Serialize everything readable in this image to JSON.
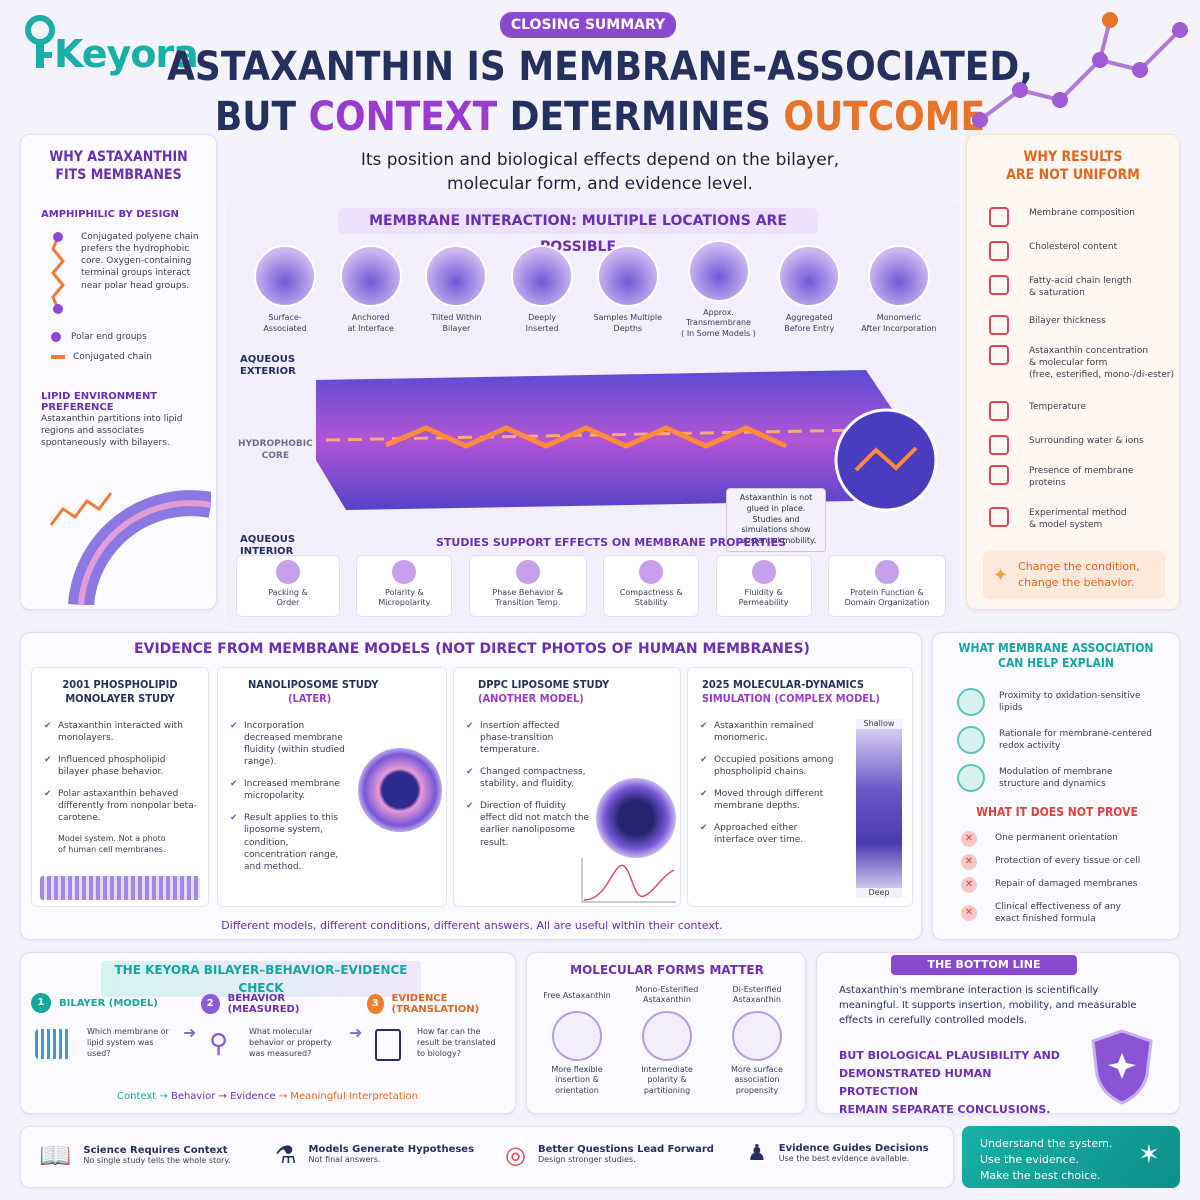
{
  "brand": {
    "logo_text": "Keyora"
  },
  "header": {
    "badge": "CLOSING SUMMARY",
    "title_line1": "ASTAXANTHIN IS MEMBRANE-ASSOCIATED,",
    "title_line2_pre": "BUT ",
    "title_line2_context": "CONTEXT",
    "title_line2_mid": " DETERMINES ",
    "title_line2_outcome": "OUTCOME",
    "subtitle_line1": "Its position and biological effects depend on the bilayer,",
    "subtitle_line2": "molecular form, and evidence level."
  },
  "left_panel": {
    "title_line1": "WHY ASTAXANTHIN",
    "title_line2": "FITS MEMBRANES",
    "section1_title": "AMPHIPHILIC BY DESIGN",
    "section1_text": "Conjugated polyene chain prefers the hydrophobic core. Oxygen-containing terminal groups interact near polar head groups.",
    "legend_polar": "Polar end groups",
    "legend_chain": "Conjugated chain",
    "section2_title": "LIPID ENVIRONMENT PREFERENCE",
    "section2_text": "Astaxanthin partitions into lipid regions and associates spontaneously with bilayers."
  },
  "center": {
    "title": "MEMBRANE INTERACTION: MULTIPLE LOCATIONS ARE POSSIBLE",
    "locations": [
      {
        "l1": "Surface-",
        "l2": "Associated"
      },
      {
        "l1": "Anchored",
        "l2": "at Interface"
      },
      {
        "l1": "Tilted Within",
        "l2": "Bilayer"
      },
      {
        "l1": "Deeply",
        "l2": "Inserted"
      },
      {
        "l1": "Samples Multiple",
        "l2": "Depths"
      },
      {
        "l1": "Approx. Transmembrane",
        "l2": "( In Some Models )"
      },
      {
        "l1": "Aggregated",
        "l2": "Before Entry"
      },
      {
        "l1": "Monomeric",
        "l2": "After Incorporation"
      }
    ],
    "label_aqueous_exterior_1": "AQUEOUS",
    "label_aqueous_exterior_2": "EXTERIOR",
    "label_core_1": "HYDROPHOBIC",
    "label_core_2": "CORE",
    "label_aqueous_interior_1": "AQUEOUS",
    "label_aqueous_interior_2": "INTERIOR",
    "callout": "Astaxanthin is not glued in place. Studies and simulations show substantial mobility.",
    "effects_title": "STUDIES SUPPORT EFFECTS ON MEMBRANE PROPERTIES",
    "effects": [
      {
        "l1": "Packing &",
        "l2": "Order"
      },
      {
        "l1": "Polarity &",
        "l2": "Micropolarity"
      },
      {
        "l1": "Phase Behavior &",
        "l2": "Transition Temp."
      },
      {
        "l1": "Compactness &",
        "l2": "Stability"
      },
      {
        "l1": "Fluidity &",
        "l2": "Permeability"
      },
      {
        "l1": "Protein Function &",
        "l2": "Domain Organization"
      }
    ]
  },
  "right_panel": {
    "title_line1": "WHY RESULTS",
    "title_line2": "ARE NOT UNIFORM",
    "items": [
      {
        "l1": "Membrane composition",
        "l2": "",
        "l3": ""
      },
      {
        "l1": "Cholesterol content",
        "l2": "",
        "l3": ""
      },
      {
        "l1": "Fatty-acid chain length",
        "l2": "& saturation",
        "l3": ""
      },
      {
        "l1": "Bilayer thickness",
        "l2": "",
        "l3": ""
      },
      {
        "l1": "Astaxanthin concentration",
        "l2": "& molecular form",
        "l3": "(free, esterified, mono-/di-ester)"
      },
      {
        "l1": "Temperature",
        "l2": "",
        "l3": ""
      },
      {
        "l1": "Surrounding water & ions",
        "l2": "",
        "l3": ""
      },
      {
        "l1": "Presence of membrane",
        "l2": "proteins",
        "l3": ""
      },
      {
        "l1": "Experimental method",
        "l2": "& model system",
        "l3": ""
      }
    ],
    "footer_line1": "Change the condition,",
    "footer_line2": "change the behavior."
  },
  "evidence": {
    "title": "EVIDENCE FROM MEMBRANE MODELS (NOT DIRECT PHOTOS OF HUMAN MEMBRANES)",
    "studies": [
      {
        "t1": "2001 PHOSPHOLIPID",
        "t2": "MONOLAYER STUDY",
        "items": [
          "Astaxanthin interacted with monolayers.",
          "Influenced phospholipid bilayer phase behavior.",
          "Polar astaxanthin behaved differently from nonpolar beta-carotene."
        ],
        "note": "Model system. Not a photo of human cell membranes."
      },
      {
        "t1": "NANOLIPOSOME STUDY",
        "t2": "(LATER)",
        "items": [
          "Incorporation decreased membrane fluidity (within studied range).",
          "Increased membrane micropolarity.",
          "Result applies to this liposome system, condition, concentration range, and method."
        ]
      },
      {
        "t1": "DPPC LIPOSOME STUDY",
        "t2": "(ANOTHER MODEL)",
        "items": [
          "Insertion affected phase-transition temperature.",
          "Changed compactness, stability, and fluidity.",
          "Direction of fluidity effect did not match the earlier nanoliposome result."
        ]
      },
      {
        "t1": "2025 MOLECULAR-DYNAMICS",
        "t2": "SIMULATION (COMPLEX MODEL)",
        "items": [
          "Astaxanthin remained monomeric.",
          "Occupied positions among phospholipid chains.",
          "Moved through different membrane depths.",
          "Approached either interface over time."
        ],
        "shallow": "Shallow",
        "deep": "Deep"
      }
    ],
    "footer": "Different models, different conditions, different answers. All are useful within their context."
  },
  "explain": {
    "title_line1": "WHAT MEMBRANE ASSOCIATION",
    "title_line2": "CAN HELP EXPLAIN",
    "items": [
      {
        "l1": "Proximity to oxidation-sensitive",
        "l2": "lipids"
      },
      {
        "l1": "Rationale for membrane-centered",
        "l2": "redox activity"
      },
      {
        "l1": "Modulation of membrane",
        "l2": "structure and dynamics"
      }
    ],
    "not_title": "WHAT IT DOES NOT PROVE",
    "not_items": [
      {
        "l1": "One permanent orientation",
        "l2": ""
      },
      {
        "l1": "Protection of every tissue or cell",
        "l2": ""
      },
      {
        "l1": "Repair of damaged membranes",
        "l2": ""
      },
      {
        "l1": "Clinical effectiveness of any",
        "l2": "exact finished formula"
      }
    ]
  },
  "check": {
    "title": "THE KEYORA BILAYER–BEHAVIOR–EVIDENCE CHECK",
    "steps": [
      {
        "num": "1",
        "title": "BILAYER (MODEL)",
        "text": "Which membrane or lipid system was used?"
      },
      {
        "num": "2",
        "title": "BEHAVIOR (MEASURED)",
        "text": "What molecular behavior or property was measured?"
      },
      {
        "num": "3",
        "title": "EVIDENCE (TRANSLATION)",
        "text": "How far can the result be translated to biology?"
      }
    ],
    "flow_context": "Context",
    "flow_behavior": "Behavior",
    "flow_evidence": "Evidence",
    "flow_meaning": "Meaningful Interpretation",
    "arrow": "→"
  },
  "forms": {
    "title": "MOLECULAR FORMS MATTER",
    "items": [
      {
        "h1": "Free Astaxanthin",
        "h2": "",
        "d1": "More flexible",
        "d2": "insertion &",
        "d3": "orientation"
      },
      {
        "h1": "Mono-Esterified",
        "h2": "Astaxanthin",
        "d1": "Intermediate",
        "d2": "polarity &",
        "d3": "partitioning"
      },
      {
        "h1": "Di-Esterified",
        "h2": "Astaxanthin",
        "d1": "More surface",
        "d2": "association",
        "d3": "propensity"
      }
    ]
  },
  "bottom_line": {
    "badge": "THE BOTTOM LINE",
    "text": "Astaxanthin's membrane interaction is scientifically meaningful. It supports insertion, mobility, and measurable effects in cerefully controlled models.",
    "conclusion_l1": "BUT BIOLOGICAL PLAUSIBILITY AND",
    "conclusion_l2": "DEMONSTRATED HUMAN PROTECTION",
    "conclusion_l3": "REMAIN SEPARATE CONCLUSIONS."
  },
  "footer": {
    "items": [
      {
        "title": "Science Requires Context",
        "text": "No single study tells the whole story."
      },
      {
        "title": "Models Generate Hypotheses",
        "text": "Not final answers."
      },
      {
        "title": "Better Questions Lead Forward",
        "text": "Design stronger studies."
      },
      {
        "title": "Evidence Guides Decisions",
        "text": "Use the best evidence available."
      }
    ],
    "cta_l1": "Understand the system.",
    "cta_l2": "Use the evidence.",
    "cta_l3": "Make the best choice."
  },
  "colors": {
    "purple": "#6b2fb3",
    "orange": "#e8742a",
    "teal": "#14a6a0",
    "navy": "#26305e",
    "red": "#e0413f"
  }
}
